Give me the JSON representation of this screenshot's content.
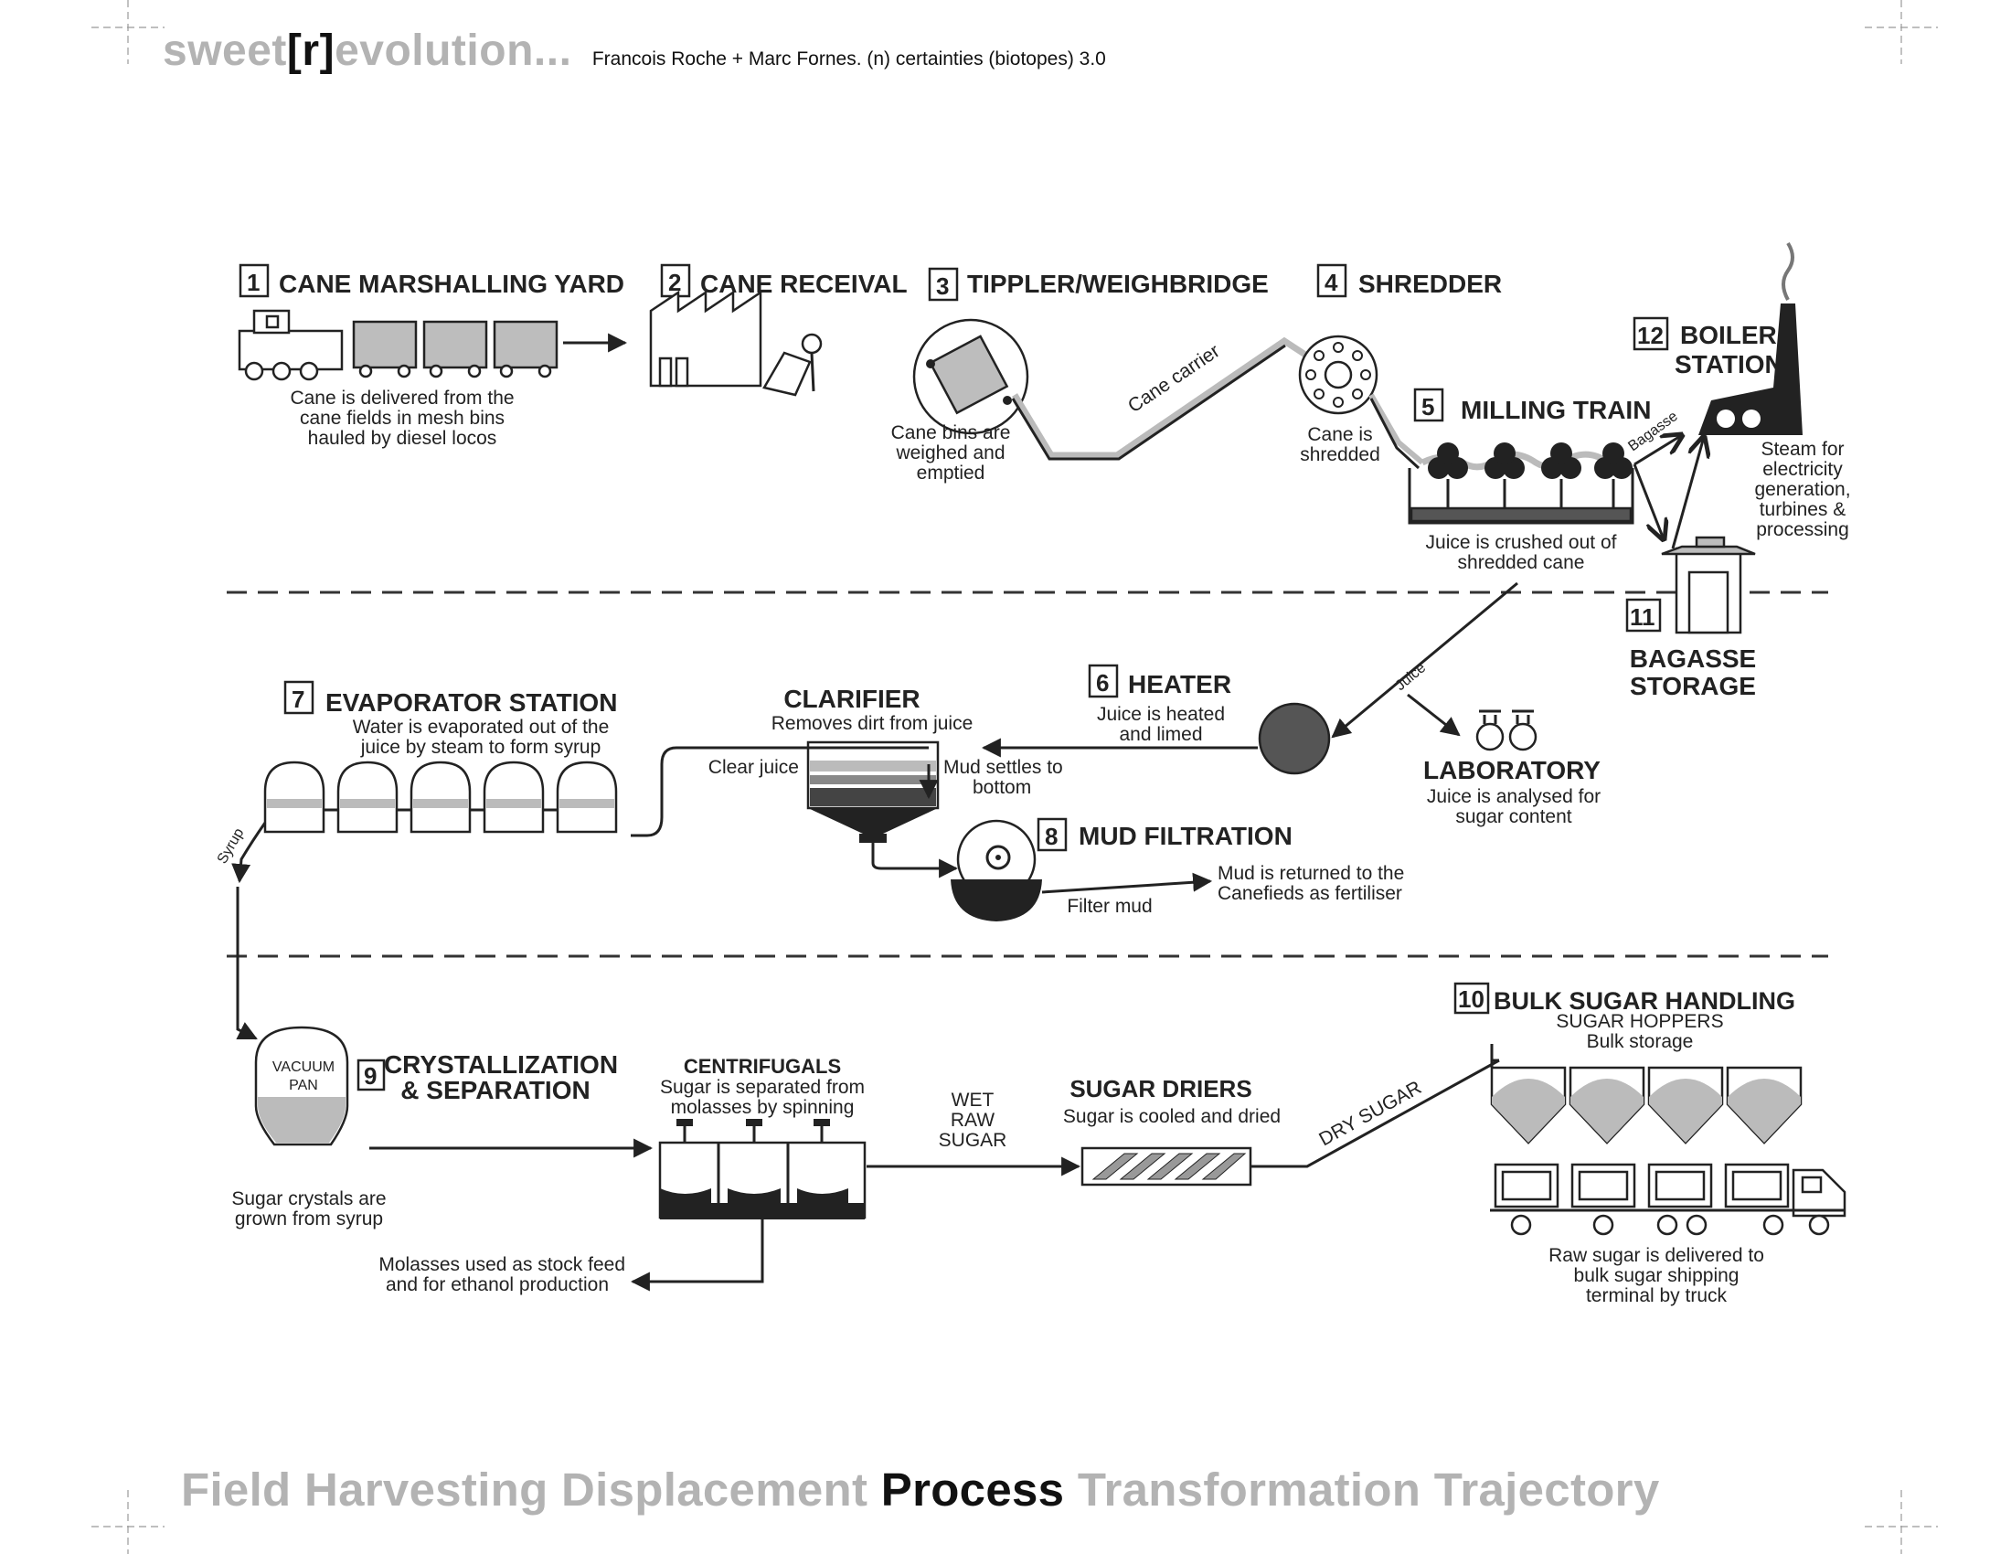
{
  "header": {
    "brand_pre": "sweet",
    "brand_r": "[r]",
    "brand_post": "evolution...",
    "subtitle": "Francois Roche + Marc Fornes. (n) certainties (biotopes) 3.0"
  },
  "steps": {
    "s1": {
      "num": "1",
      "title": "CANE MARSHALLING YARD",
      "desc": [
        "Cane is delivered from the",
        "cane fields in mesh bins",
        "hauled by diesel locos"
      ]
    },
    "s2": {
      "num": "2",
      "title": "CANE RECEIVAL"
    },
    "s3": {
      "num": "3",
      "title": "TIPPLER/WEIGHBRIDGE",
      "desc": [
        "Cane bins are",
        "weighed and",
        "emptied"
      ]
    },
    "s4": {
      "num": "4",
      "title": "SHREDDER",
      "desc": [
        "Cane is",
        "shredded"
      ]
    },
    "s5": {
      "num": "5",
      "title": "MILLING TRAIN",
      "desc": [
        "Juice is crushed out of",
        "shredded cane"
      ]
    },
    "s6": {
      "num": "6",
      "title": "HEATER",
      "desc": [
        "Juice is heated",
        "and limed"
      ]
    },
    "s7": {
      "num": "7",
      "title": "EVAPORATOR STATION",
      "desc": [
        "Water is evaporated out of the",
        "juice by steam to form syrup"
      ]
    },
    "s8": {
      "num": "8",
      "title": "MUD FILTRATION",
      "desc": [
        "Mud is returned to the",
        "Canefieds as fertiliser"
      ]
    },
    "s9": {
      "num": "9",
      "title": [
        "CRYSTALLIZATION",
        "& SEPARATION"
      ],
      "desc": [
        "Sugar crystals are",
        "grown from syrup"
      ]
    },
    "s10": {
      "num": "10",
      "title": "BULK SUGAR HANDLING",
      "sub": [
        "SUGAR HOPPERS",
        "Bulk storage"
      ],
      "desc": [
        "Raw sugar is delivered to",
        "bulk sugar shipping",
        "terminal by truck"
      ]
    },
    "s11": {
      "num": "11",
      "title": [
        "BAGASSE",
        "STORAGE"
      ]
    },
    "s12": {
      "num": "12",
      "title": [
        "BOILER",
        "STATION"
      ],
      "desc": [
        "Steam for",
        "electricity",
        "generation,",
        "turbines &",
        "processing"
      ]
    }
  },
  "units": {
    "clarifier": {
      "title": "CLARIFIER",
      "desc": "Removes dirt from juice"
    },
    "laboratory": {
      "title": "LABORATORY",
      "desc": [
        "Juice is analysed for",
        "sugar content"
      ]
    },
    "centrifugals": {
      "title": "CENTRIFUGALS",
      "desc": [
        "Sugar is separated from",
        "molasses by spinning"
      ]
    },
    "driers": {
      "title": "SUGAR DRIERS",
      "desc": "Sugar is cooled and dried"
    }
  },
  "flow_labels": {
    "cane_carrier": "Cane carrier",
    "bagasse": "Bagasse",
    "juice": "Juice",
    "clear_juice": "Clear juice",
    "mud_settles": [
      "Mud settles to",
      "bottom"
    ],
    "filter_mud": "Filter mud",
    "syrup": "Syrup",
    "vacuum_pan": [
      "VACUUM",
      "PAN"
    ],
    "wet_raw_sugar": [
      "WET",
      "RAW",
      "SUGAR"
    ],
    "dry_sugar": "DRY SUGAR",
    "molasses": [
      "Molasses used as stock feed",
      "and for ethanol production"
    ]
  },
  "footer": {
    "t1": "Field Harvesting Displacement",
    "t2": "Process",
    "t3": "Transformation Trajectory"
  }
}
